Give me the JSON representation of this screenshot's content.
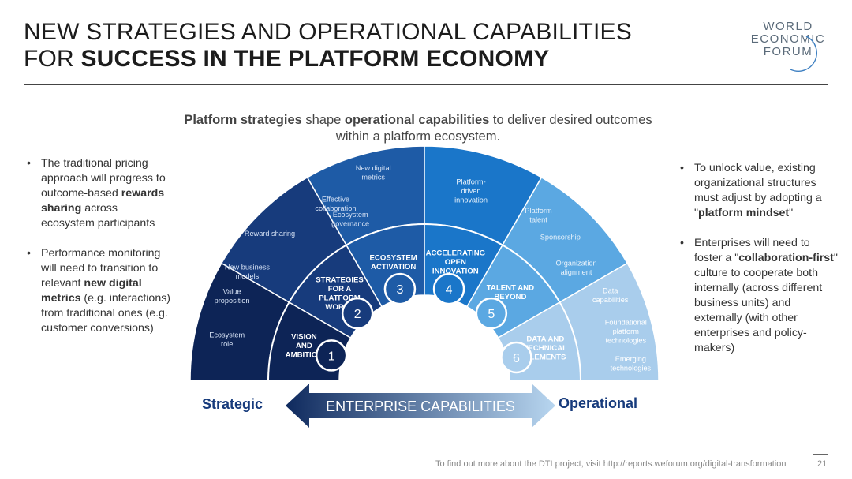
{
  "header": {
    "title_line1": "NEW STRATEGIES AND OPERATIONAL CAPABILITIES",
    "title_line2_prefix": "FOR ",
    "title_line2_bold": "SUCCESS IN THE PLATFORM ECONOMY"
  },
  "logo": {
    "line1": "WORLD",
    "line2": "ECONOMIC",
    "line3": "FORUM"
  },
  "subtitle": {
    "part1_bold": "Platform strategies",
    "part2": " shape ",
    "part3_bold": "operational capabilities",
    "part4": " to deliver desired outcomes within a platform ecosystem."
  },
  "left_notes": [
    {
      "pre": "The traditional pricing approach will progress to outcome-based ",
      "bold": "rewards sharing",
      "post": " across ecosystem participants"
    },
    {
      "pre": "Performance monitoring will need to transition to relevant ",
      "bold": "new digital metrics",
      "post": " (e.g. interactions) from traditional ones (e.g. customer conversions)"
    }
  ],
  "right_notes": [
    {
      "pre": "To unlock value, existing organizational structures must adjust by adopting a \"",
      "bold": "platform mindset",
      "post": "\""
    },
    {
      "pre": "Enterprises will need to foster a \"",
      "bold": "collaboration-first",
      "post": "\" culture to cooperate both internally (across different business units) and externally (with other enterprises and policy-makers)"
    }
  ],
  "diagram": {
    "colors": {
      "seg1": "#0d2456",
      "seg2": "#173b7c",
      "seg3": "#1e5ba6",
      "seg4": "#1a76c9",
      "seg5": "#5ba8e2",
      "seg6": "#a9cdec",
      "arrow_dark": "#0f2a5e",
      "arrow_light": "#b8d6f0"
    },
    "segments": [
      {
        "number": "1",
        "inner_label": [
          "VISION",
          "AND",
          "AMBITION"
        ],
        "outer_items": [
          [
            "Ecosystem",
            "role"
          ],
          [
            "Value",
            "proposition"
          ]
        ]
      },
      {
        "number": "2",
        "inner_label": [
          "STRATEGIES",
          "FOR A",
          "PLATFORM",
          "WORLD"
        ],
        "outer_items": [
          [
            "Reward sharing"
          ],
          [
            "New business",
            "models"
          ]
        ]
      },
      {
        "number": "3",
        "inner_label": [
          "ECOSYSTEM",
          "ACTIVATION"
        ],
        "outer_items": [
          [
            "New digital",
            "metrics"
          ],
          [
            "Effective",
            "collaboration"
          ],
          [
            "Ecosystem",
            "governance"
          ]
        ]
      },
      {
        "number": "4",
        "inner_label": [
          "ACCELERATING",
          "OPEN",
          "INNOVATION"
        ],
        "outer_items": [
          [
            "Platform-",
            "driven",
            "innovation"
          ]
        ]
      },
      {
        "number": "5",
        "inner_label": [
          "TALENT  AND",
          "BEYOND"
        ],
        "outer_items": [
          [
            "Platform",
            "talent"
          ],
          [
            "Sponsorship"
          ],
          [
            "Organization",
            "alignment"
          ]
        ]
      },
      {
        "number": "6",
        "inner_label": [
          "DATA AND",
          "TECHNICAL",
          "ELEMENTS"
        ],
        "outer_items": [
          [
            "Data",
            "capabilities"
          ],
          [
            "Foundational",
            "platform",
            "technologies"
          ],
          [
            "Emerging",
            "technologies"
          ]
        ]
      }
    ],
    "arrow_label": "ENTERPRISE CAPABILITIES",
    "left_label": "Strategic",
    "right_label": "Operational"
  },
  "footer": {
    "text": "To find out more about the DTI project, visit http://reports.weforum.org/digital-transformation",
    "page": "21"
  }
}
